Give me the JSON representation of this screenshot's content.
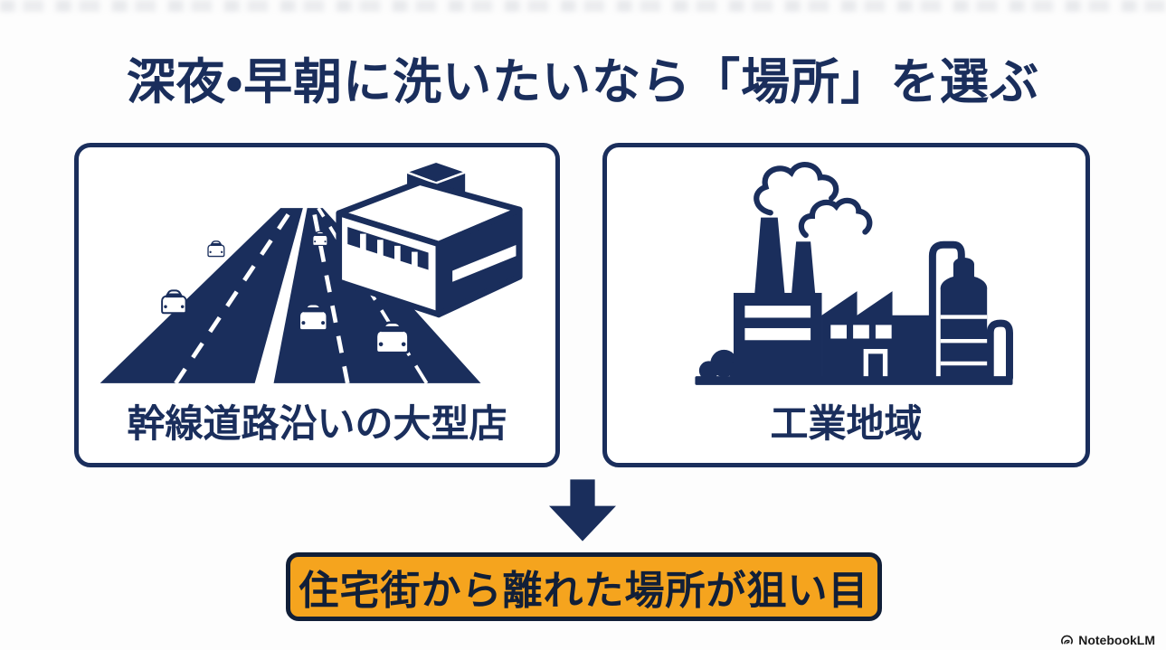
{
  "page": {
    "title": "深夜・早朝に洗いたいなら「場所」を選ぶ",
    "colors": {
      "navy": "#1a2e5c",
      "orange": "#f5a41e",
      "ink": "#111f38",
      "background": "#fdfdfd",
      "watermark": "#1a1a1a"
    }
  },
  "options": [
    {
      "label": "幹線道路沿いの大型店",
      "icon": "highway-store-icon"
    },
    {
      "label": "工業地域",
      "icon": "factory-icon"
    }
  ],
  "arrow": {
    "icon": "down-arrow-icon"
  },
  "conclusion": {
    "label": "住宅街から離れた場所が狙い目"
  },
  "watermark": {
    "label": "NotebookLM",
    "icon": "notebooklm-icon"
  }
}
